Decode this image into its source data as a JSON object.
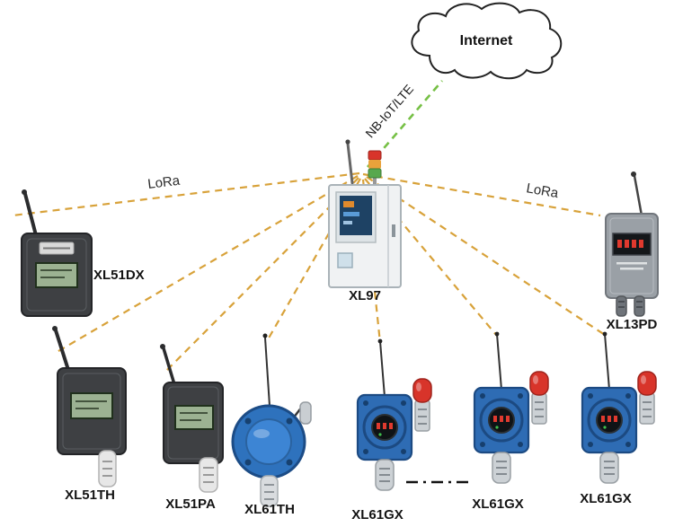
{
  "cloud": {
    "label": "Internet"
  },
  "links": {
    "uplink_label": "NB-IoT/LTE",
    "lora_left_label": "LoRa",
    "lora_right_label": "LoRa"
  },
  "gateway": {
    "label": "XL97"
  },
  "devices": {
    "xl51dx": {
      "label": "XL51DX"
    },
    "xl51th": {
      "label": "XL51TH"
    },
    "xl51pa": {
      "label": "XL51PA"
    },
    "xl61th": {
      "label": "XL61TH"
    },
    "xl61gx_1": {
      "label": "XL61GX"
    },
    "xl61gx_2": {
      "label": "XL61GX"
    },
    "xl61gx_3": {
      "label": "XL61GX"
    },
    "xl13pd": {
      "label": "XL13PD"
    }
  },
  "colors": {
    "lora_link": "#d8a23a",
    "uplink": "#76c045",
    "device_blue": "#2e6cb4",
    "alarm_red": "#d8342a",
    "dark_device": "#3e4043"
  }
}
